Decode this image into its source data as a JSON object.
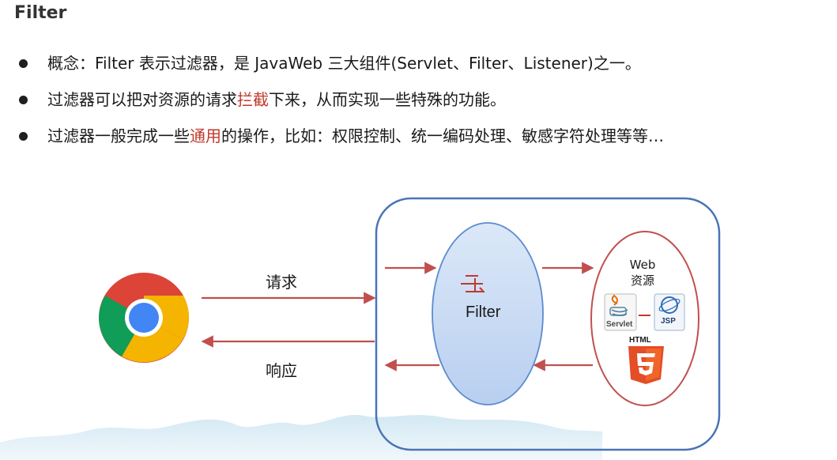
{
  "slide": {
    "title": "Filter",
    "bullets": [
      {
        "pre": "概念：Filter 表示过滤器，是 JavaWeb 三大组件(Servlet、Filter、Listener)之一。",
        "hl": "",
        "post": ""
      },
      {
        "pre": "过滤器可以把对资源的请求",
        "hl": "拦截",
        "post": "下来，从而实现一些特殊的功能。"
      },
      {
        "pre": "过滤器一般完成一些",
        "hl": "通用",
        "post": "的操作，比如：权限控制、统一编码处理、敏感字符处理等等…"
      }
    ]
  },
  "diagram": {
    "request_label": "请求",
    "response_label": "响应",
    "filter_label": "Filter",
    "web_line1": "Web",
    "web_line2": "资源",
    "servlet_label": "Servlet",
    "jsp_label": "JSP",
    "html_label": "HTML",
    "html_number": "5",
    "chrome_icon": "chrome-browser-icon",
    "filter_icon": "filter-icon"
  },
  "colors": {
    "highlight": "#c0392b",
    "arrow": "#c0504d",
    "container_border": "#4a74b8",
    "filter_fill": "#c9dcf5",
    "filter_border": "#5b8bd0",
    "web_border": "#c0504d",
    "html5_orange": "#e44d26"
  }
}
